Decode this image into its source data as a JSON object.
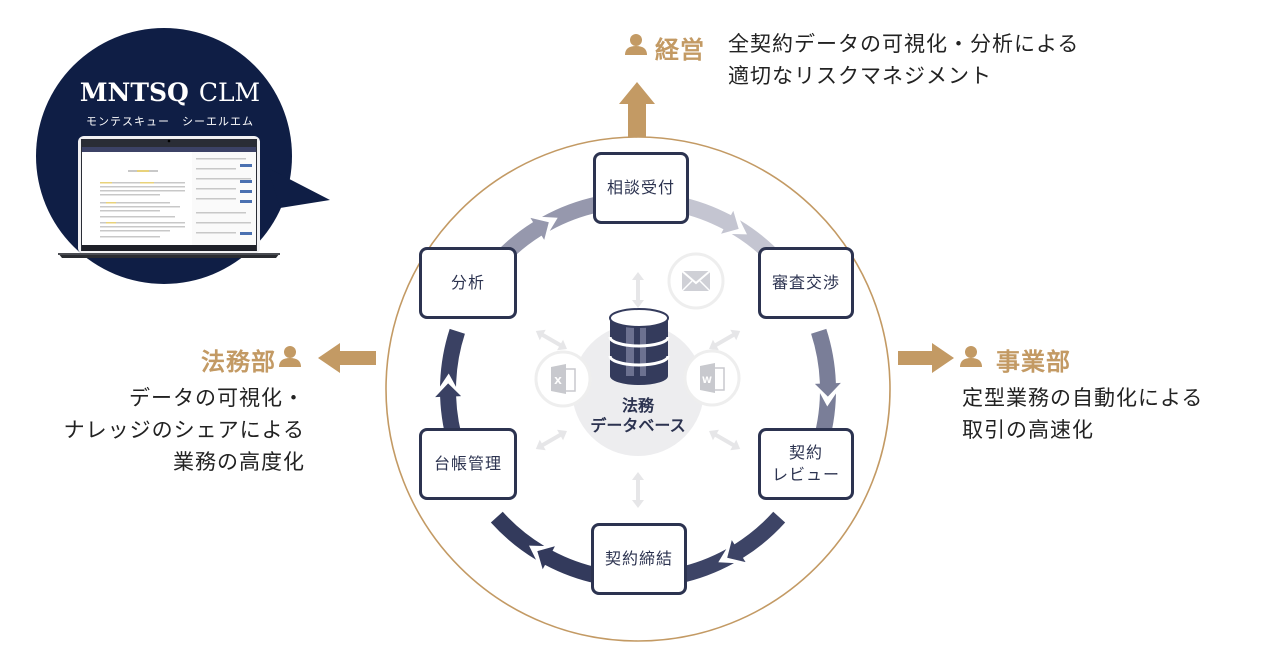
{
  "product": {
    "name": "MNTSQ",
    "suffix": "CLM",
    "kana": "モンテスキュー　シーエルエム",
    "badge_color": "#0f1e45"
  },
  "colors": {
    "accent_gold": "#c39a64",
    "navy": "#2c3350",
    "light_gray": "#e8e8ea"
  },
  "stakeholders": {
    "management": {
      "title": "経営",
      "description": [
        "全契約データの可視化・分析による",
        "適切なリスクマネジメント"
      ],
      "icon": "person-icon",
      "arrow": "arrow-up"
    },
    "legal": {
      "title": "法務部",
      "description": [
        "データの可視化・",
        "ナレッジのシェアによる",
        "業務の高度化"
      ],
      "icon": "person-icon",
      "arrow": "arrow-left"
    },
    "business": {
      "title": "事業部",
      "description": [
        "定型業務の自動化による",
        "取引の高速化"
      ],
      "icon": "person-icon",
      "arrow": "arrow-right"
    }
  },
  "cycle": {
    "nodes": [
      {
        "id": "consultation",
        "lines": [
          "相談受付"
        ]
      },
      {
        "id": "negotiation",
        "lines": [
          "審査交渉"
        ]
      },
      {
        "id": "contract-review",
        "lines": [
          "契約",
          "レビュー"
        ]
      },
      {
        "id": "contract-signing",
        "lines": [
          "契約締結"
        ]
      },
      {
        "id": "ledger-management",
        "lines": [
          "台帳管理"
        ]
      },
      {
        "id": "analysis",
        "lines": [
          "分析"
        ]
      }
    ]
  },
  "center": {
    "label_line1": "法務",
    "label_line2": "データベース",
    "icon": "database-icon",
    "satellites": [
      {
        "name": "mail-icon",
        "glyph": "✉"
      },
      {
        "name": "excel-icon",
        "glyph": "X"
      },
      {
        "name": "word-icon",
        "glyph": "W"
      }
    ]
  }
}
